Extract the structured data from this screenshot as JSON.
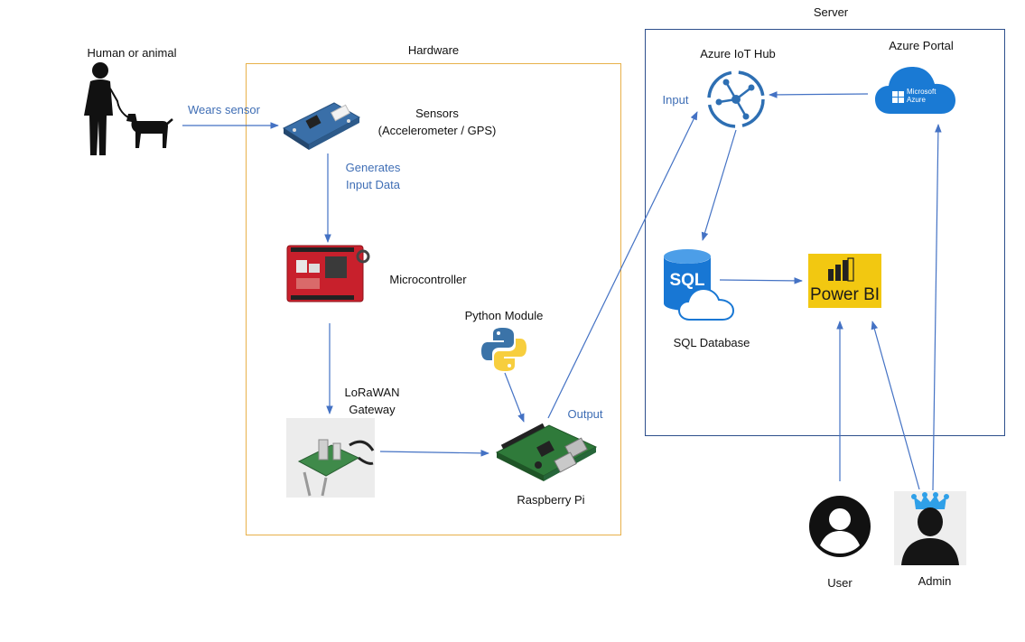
{
  "groups": {
    "hardware": "Hardware",
    "server": "Server"
  },
  "nodes": {
    "human": "Human or animal",
    "sensors_line1": "Sensors",
    "sensors_line2": "(Accelerometer / GPS)",
    "microcontroller": "Microcontroller",
    "lorawan_line1": "LoRaWAN",
    "lorawan_line2": "Gateway",
    "python": "Python Module",
    "raspberry": "Raspberry Pi",
    "iot_hub": "Azure IoT Hub",
    "azure_portal": "Azure Portal",
    "azure_logo_text1": "Microsoft",
    "azure_logo_text2": "Azure",
    "sql_db": "SQL Database",
    "sql_logo_text": "SQL",
    "powerbi_logo_text": "Power BI",
    "user": "User",
    "admin": "Admin"
  },
  "edges": {
    "wears_sensor": "Wears sensor",
    "generates_line1": "Generates",
    "generates_line2": "Input Data",
    "output": "Output",
    "input": "Input"
  },
  "colors": {
    "arrow": "#4472c4",
    "hardware_border": "#e8b14a",
    "server_border": "#2e4f8c",
    "edge_label": "#3f6eb5",
    "powerbi_bg": "#f2c811",
    "azure_blue": "#0078d4"
  }
}
